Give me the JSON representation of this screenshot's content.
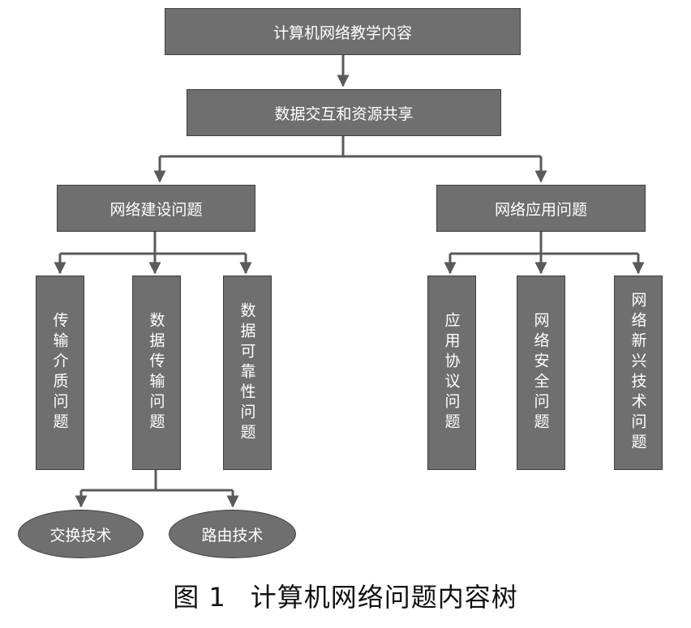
{
  "diagram": {
    "root": "计算机网络教学内容",
    "level2": "数据交互和资源共享",
    "left_branch": {
      "title": "网络建设问题",
      "children": [
        "传输介质问题",
        "数据传输问题",
        "数据可靠性问题"
      ]
    },
    "right_branch": {
      "title": "网络应用问题",
      "children": [
        "应用协议问题",
        "网络安全问题",
        "网络新兴技术问题"
      ]
    },
    "sub_nodes": [
      "交换技术",
      "路由技术"
    ]
  },
  "caption": {
    "figure": "图 1",
    "title": "计算机网络问题内容树"
  },
  "colors": {
    "box_fill": "#6f6f6f",
    "box_border": "#3e3e3e",
    "connector": "#5a5a5a",
    "text_on_box": "#ffffff",
    "caption_text": "#111111"
  }
}
